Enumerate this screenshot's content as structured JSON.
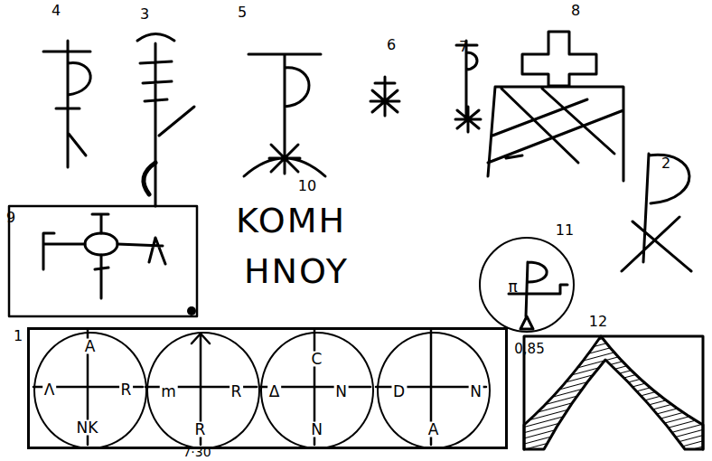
{
  "diagram": {
    "nodes": [
      {
        "text": [
          "1"
        ]
      },
      {
        "text": [
          "A",
          "Λ",
          "R",
          "NK"
        ],
        "in": 0
      },
      {
        "text": [
          "m",
          "R",
          "R"
        ],
        "in": 0
      },
      {
        "text": [
          "C",
          "Δ",
          "N",
          "N"
        ],
        "in": 0
      },
      {
        "text": [
          "D",
          "N",
          "A"
        ],
        "in": 0
      },
      {
        "text": [
          "π"
        ]
      }
    ],
    "labels": [
      "4",
      "3",
      "5",
      "6",
      "7",
      "8",
      "9",
      "10",
      "KOMH",
      "HNOY",
      "2",
      "11",
      "12",
      "0,85",
      "7·30"
    ]
  }
}
